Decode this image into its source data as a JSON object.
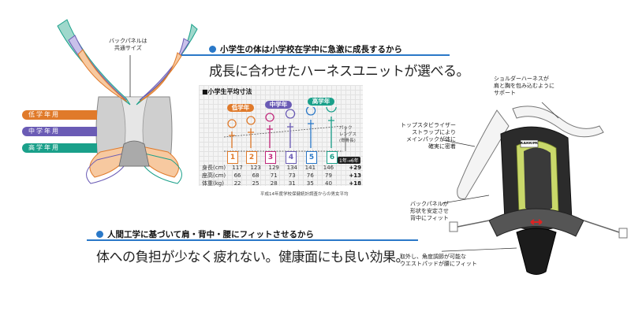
{
  "colors": {
    "accent": "#2a78c8",
    "low": "#e07a2a",
    "mid": "#6a5bb5",
    "high": "#1aa08a"
  },
  "left_illustration": {
    "label": "バックパネルは\n共通サイズ"
  },
  "grade_pills": [
    {
      "label": "低学年用",
      "color": "#e07a2a"
    },
    {
      "label": "中学年用",
      "color": "#6a5bb5"
    },
    {
      "label": "高学年用",
      "color": "#1aa08a"
    }
  ],
  "section1": {
    "heading": "小学生の体は小学校在学中に急激に成長するから",
    "subheading": "成長に合わせたハーネスユニットが選べる。"
  },
  "chart": {
    "title": "■小学生平均寸法",
    "grade_labels": [
      {
        "label": "低学年",
        "color": "#e07a2a"
      },
      {
        "label": "中学年",
        "color": "#6a5bb5"
      },
      {
        "label": "高学年",
        "color": "#1aa08a"
      }
    ],
    "grade_numbers": [
      "1",
      "2",
      "3",
      "4",
      "5",
      "6"
    ],
    "figure_colors": [
      "#e07a2a",
      "#e07a2a",
      "#c0267a",
      "#6a5bb5",
      "#2a78c8",
      "#1aa08a"
    ],
    "annotation": "バック\nレングス\n(脊骨長)",
    "diff_header": "1年→6年",
    "rows": [
      {
        "label": "身長(cm)",
        "values": [
          "117",
          "123",
          "129",
          "134",
          "141",
          "146"
        ],
        "diff": "+29"
      },
      {
        "label": "座高(cm)",
        "values": [
          "66",
          "68",
          "71",
          "73",
          "76",
          "79"
        ],
        "diff": "+13"
      },
      {
        "label": "体重(kg)",
        "values": [
          "22",
          "25",
          "28",
          "31",
          "35",
          "40"
        ],
        "diff": "+18"
      }
    ],
    "source": "平成14年度学校保健統計調査からの男女平均"
  },
  "callouts": {
    "shoulder": "ショルダーハーネスが\n肩と胸を包み込むように\nサポート",
    "stabilizer": "トップスタビライザー\nストラップにより\nメインパックが体に\n確実に密着",
    "back_panel": "バックパネルが\n形状を安定させ\n背中にフィット",
    "waist": "取外し、角度調節が可能な\nウエストパッドが腰にフィット"
  },
  "backpack": {
    "logo": "KARRIMOR"
  },
  "section2": {
    "heading": "人間工学に基づいて肩・背中・腰にフィットさせるから",
    "subheading": "体への負担が少なく疲れない。健康面にも良い効果。"
  }
}
